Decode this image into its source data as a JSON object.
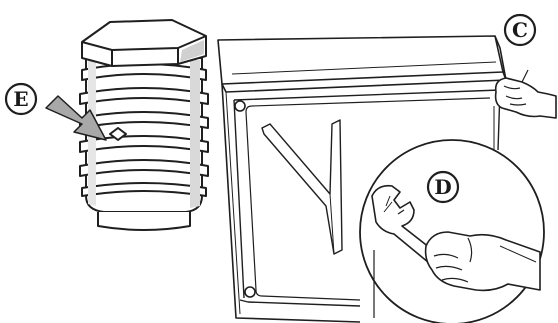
{
  "callouts": {
    "c": "C",
    "d": "D",
    "e": "E"
  },
  "colors": {
    "ink": "#1f1f1f",
    "paper": "#ffffff",
    "shade": "#bdbdbd",
    "arrow": "#a8a8a8"
  }
}
